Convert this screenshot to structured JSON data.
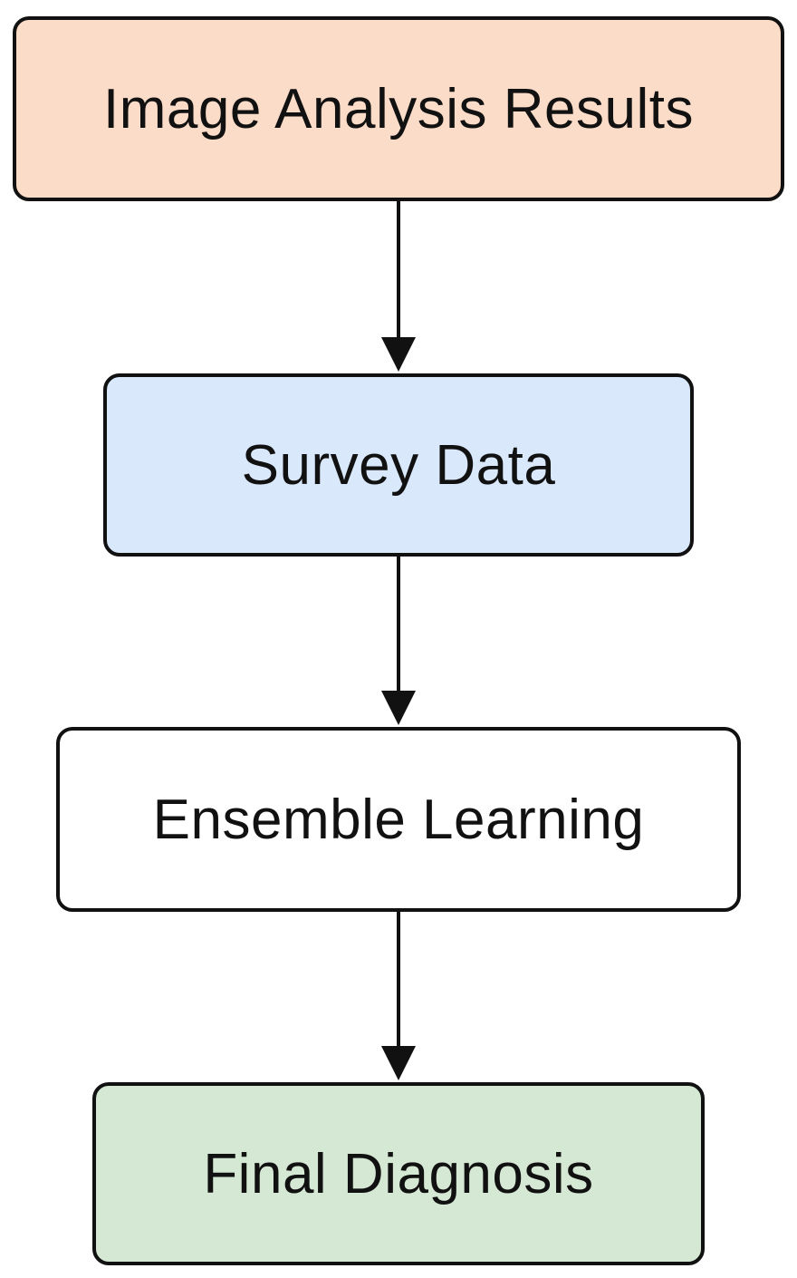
{
  "flowchart": {
    "nodes": [
      {
        "label": "Image Analysis Results",
        "fill": "#fbdcc8"
      },
      {
        "label": "Survey Data",
        "fill": "#dae8fc"
      },
      {
        "label": "Ensemble Learning",
        "fill": "#ffffff"
      },
      {
        "label": "Final Diagnosis",
        "fill": "#d5e8d4"
      }
    ],
    "edges": [
      {
        "from": "Image Analysis Results",
        "to": "Survey Data"
      },
      {
        "from": "Survey Data",
        "to": "Ensemble Learning"
      },
      {
        "from": "Ensemble Learning",
        "to": "Final Diagnosis"
      }
    ],
    "border_color": "#111111",
    "arrow_color": "#111111"
  }
}
